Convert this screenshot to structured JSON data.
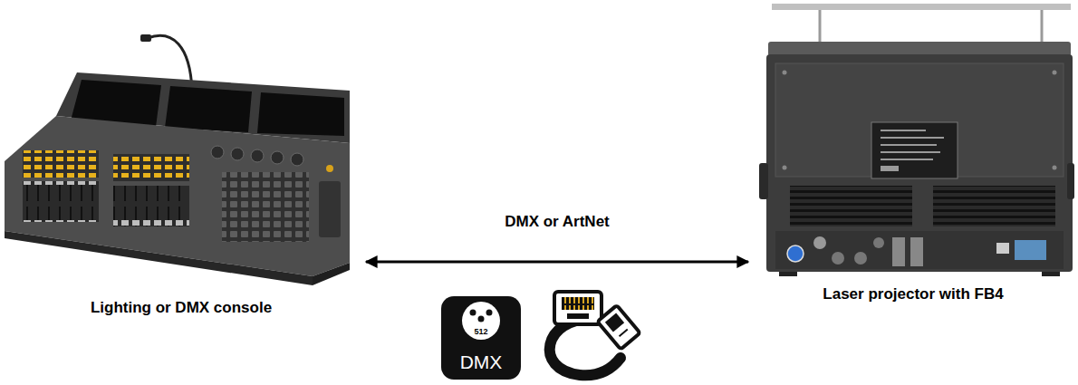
{
  "diagram": {
    "nodes": [
      {
        "text": [
          "Lighting or DMX console"
        ]
      },
      {
        "text": [
          "Laser projector with FB4"
        ]
      }
    ],
    "edges": [
      {
        "from": 0,
        "to": 1,
        "label": "DMX or ArtNet",
        "arrow": "both"
      }
    ],
    "labels": [
      "512",
      "DMX"
    ]
  }
}
